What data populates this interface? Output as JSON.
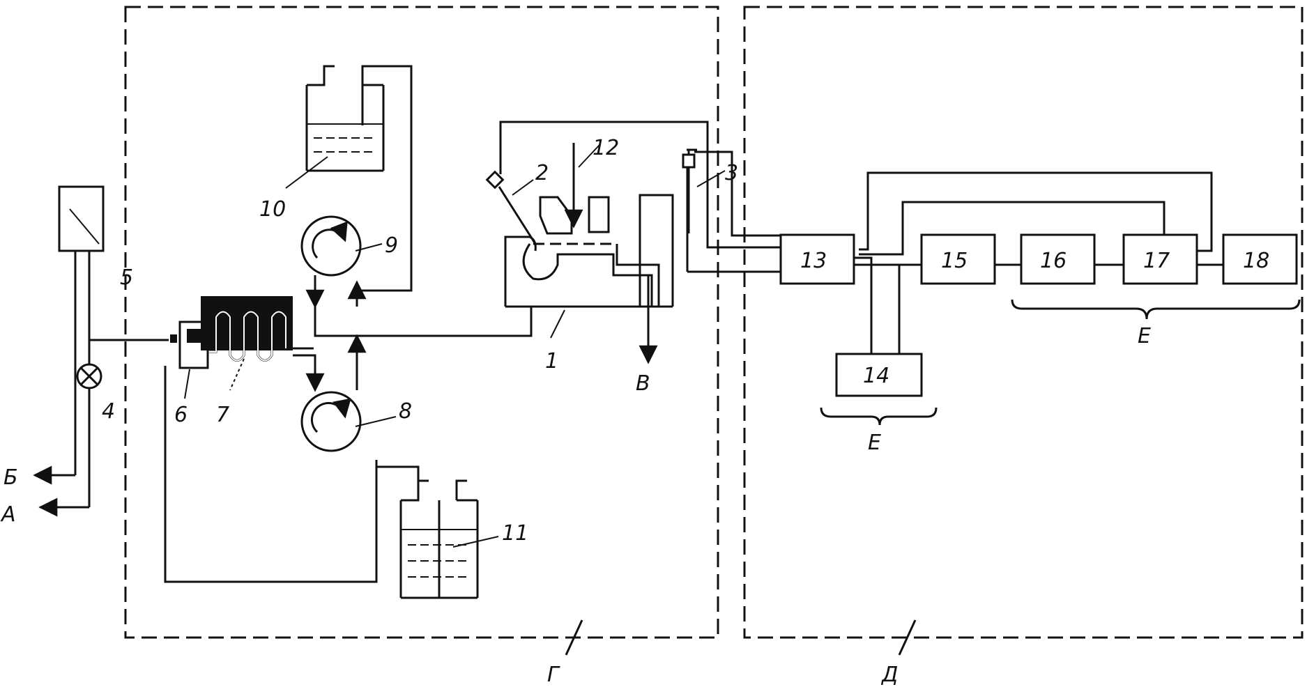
{
  "labels": {
    "n1": "1",
    "n2": "2",
    "n3": "3",
    "n4": "4",
    "n5": "5",
    "n6": "6",
    "n7": "7",
    "n8": "8",
    "n9": "9",
    "n10": "10",
    "n11": "11",
    "n12": "12",
    "n13": "13",
    "n14": "14",
    "n15": "15",
    "n16": "16",
    "n17": "17",
    "n18": "18",
    "A": "А",
    "B": "Б",
    "V": "В",
    "G": "Г",
    "D": "Д",
    "E1": "Е",
    "E2": "Е"
  }
}
